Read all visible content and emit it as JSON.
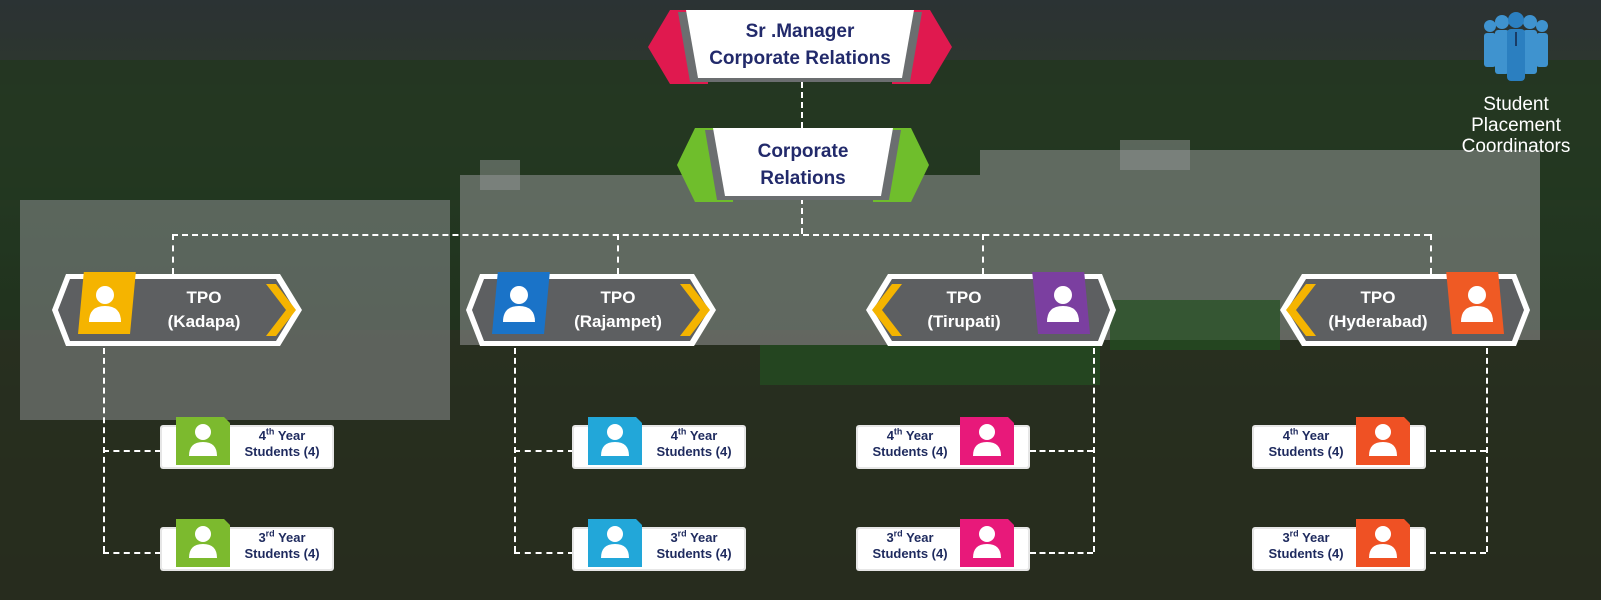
{
  "top_box": {
    "line1": "Sr .Manager",
    "line2": "Corporate Relations"
  },
  "second_box": {
    "line1": "Corporate",
    "line2": "Relations"
  },
  "coordinators": {
    "line1": "Student",
    "line2": "Placement",
    "line3": "Coordinators",
    "icon": "people-group-icon"
  },
  "tpos": [
    {
      "title": "TPO",
      "location": "(Kadapa)",
      "color": "#f5b400"
    },
    {
      "title": "TPO",
      "location": "(Rajampet)",
      "color": "#1a73c8"
    },
    {
      "title": "TPO",
      "location": "(Tirupati)",
      "color": "#7b3fa0"
    },
    {
      "title": "TPO",
      "location": "(Hyderabad)",
      "color": "#ef5a24"
    }
  ],
  "students": {
    "fourth": {
      "num": "4",
      "sup": "th",
      "word": "Year",
      "line2": "Students (4)"
    },
    "third": {
      "num": "3",
      "sup": "rd",
      "word": "Year",
      "line2": "Students (4)"
    },
    "colors": [
      "#7cba2e",
      "#22a7d9",
      "#e8197a",
      "#ef5124"
    ]
  }
}
